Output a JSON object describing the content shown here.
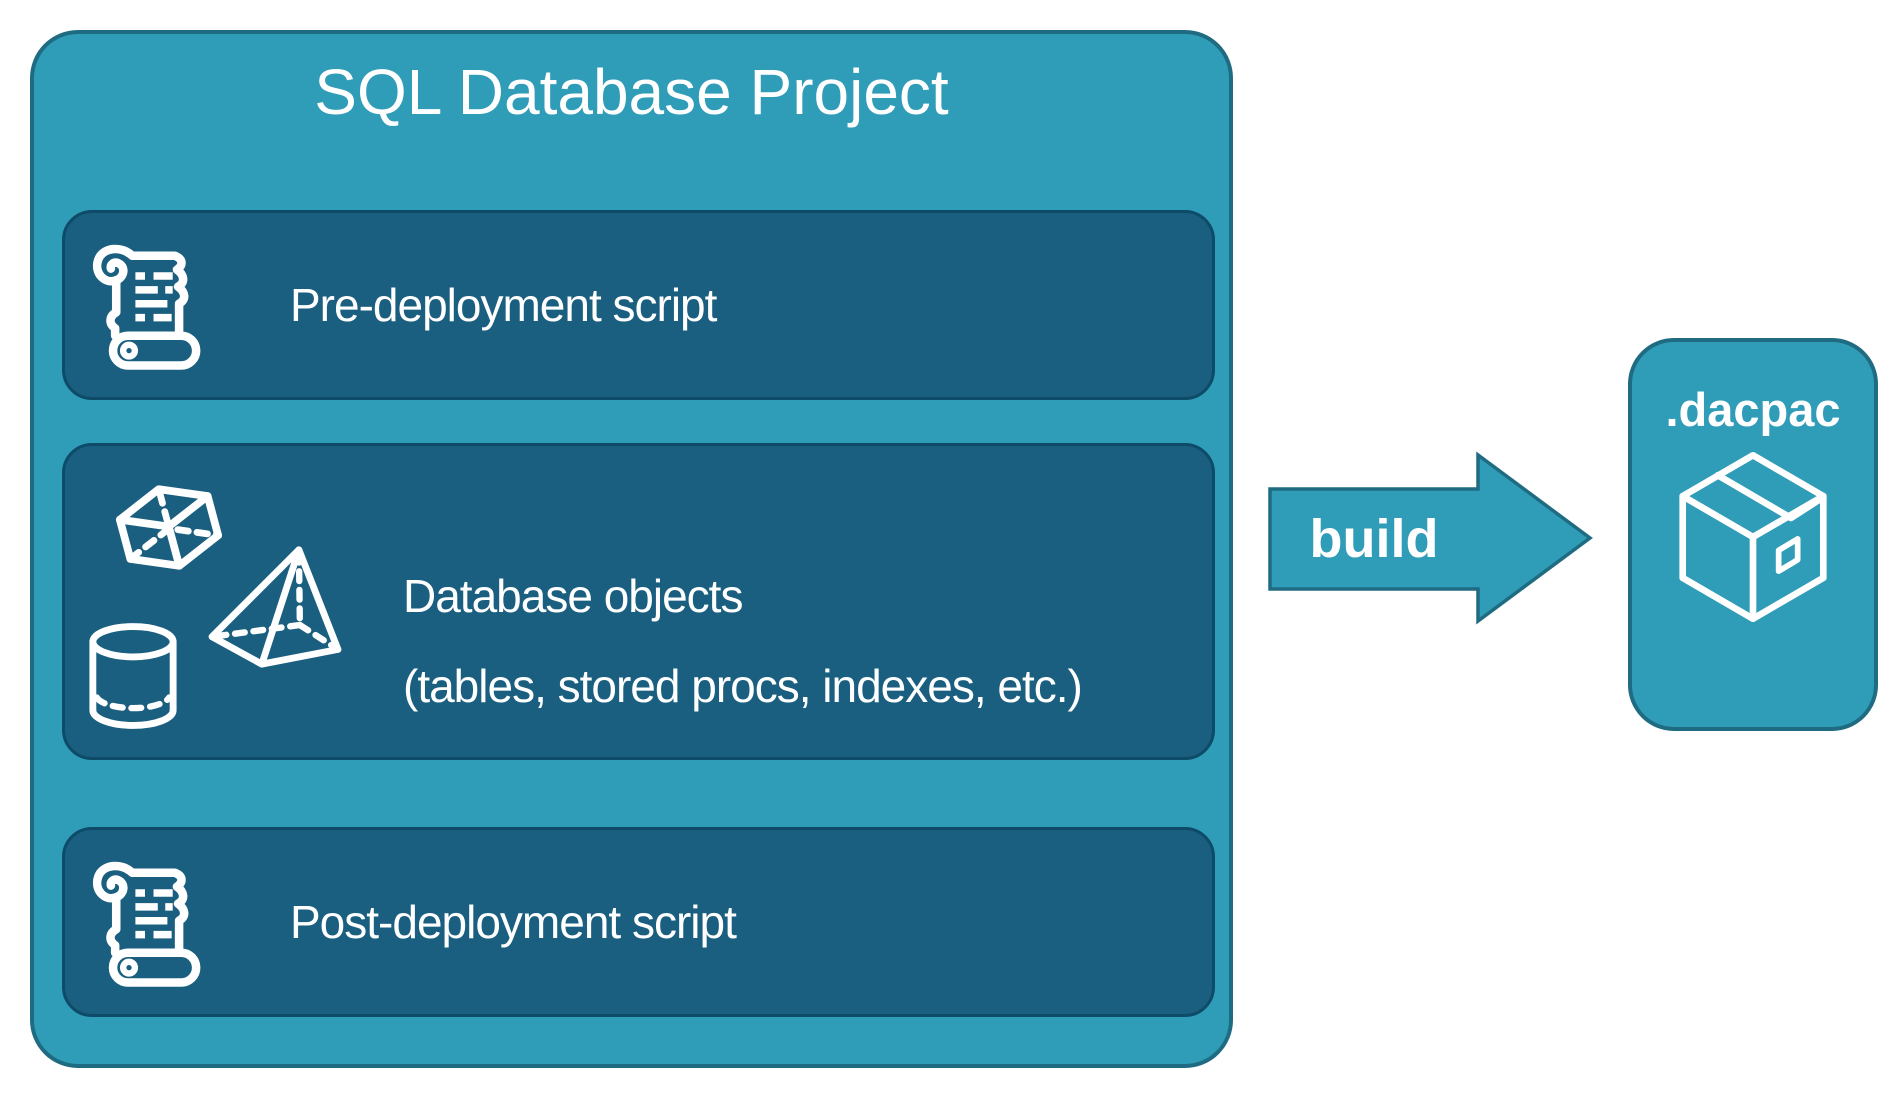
{
  "diagram": {
    "project": {
      "title": "SQL Database Project",
      "boxes": [
        {
          "label": "Pre-deployment script",
          "icon": "scroll-icon"
        },
        {
          "line1": "Database objects",
          "line2": "(tables, stored procs, indexes, etc.)",
          "icons": [
            "cube-icon",
            "pyramid-icon",
            "cylinder-icon"
          ]
        },
        {
          "label": "Post-deployment script",
          "icon": "scroll-icon"
        }
      ]
    },
    "arrow": {
      "label": "build",
      "icon": "right-arrow-icon"
    },
    "artifact": {
      "label": ".dacpac",
      "icon": "package-icon"
    }
  },
  "colors": {
    "teal_fill": "#2F9CB8",
    "teal_border": "#1F6C82",
    "panel_fill": "#1A5F80",
    "panel_border": "#0D4B68",
    "text": "#FFFFFF",
    "background": "#FFFFFF"
  }
}
